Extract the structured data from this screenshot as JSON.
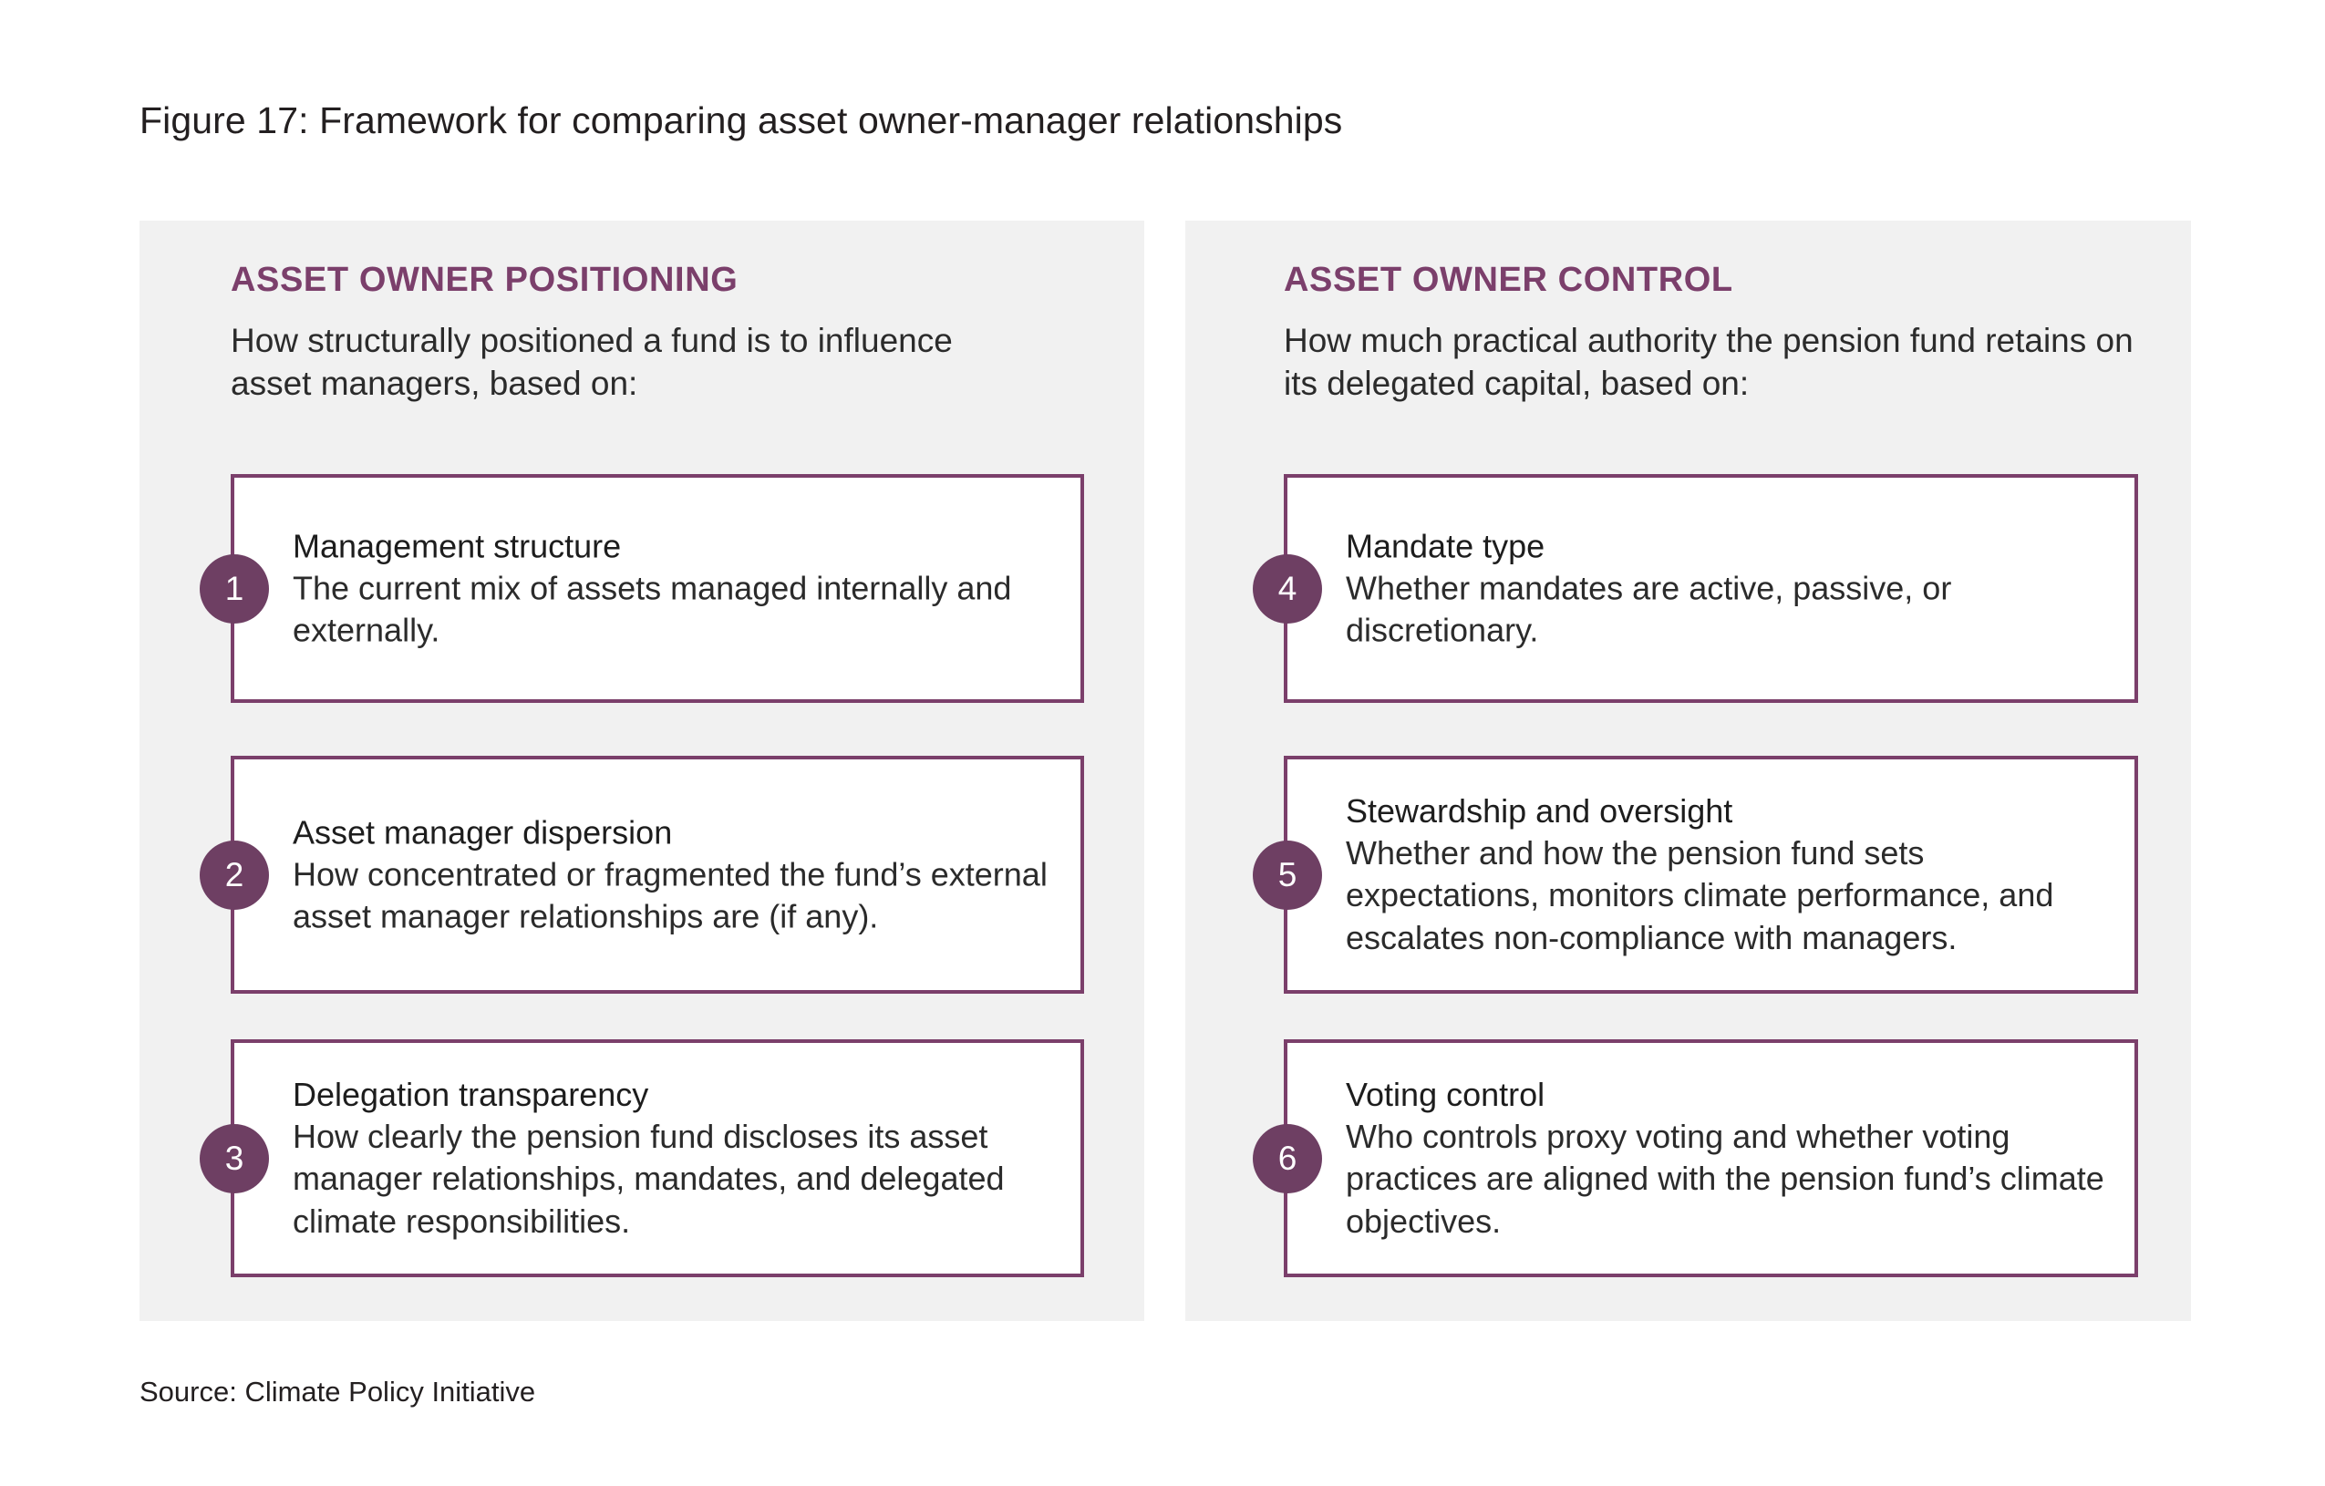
{
  "figure": {
    "title": "Figure 17: Framework for comparing asset owner-manager relationships",
    "source": "Source: Climate Policy Initiative"
  },
  "colors": {
    "accent_purple": "#7B3F6B",
    "badge_purple": "#6E3F63",
    "panel_background": "#F1F1F1",
    "card_background": "#FFFFFF",
    "page_background": "#FFFFFF",
    "text": "#231F20"
  },
  "panels": [
    {
      "heading": "ASSET OWNER POSITIONING",
      "subtitle": "How structurally positioned a fund is to influence asset managers, based on:",
      "cards": [
        {
          "number": "1",
          "title": "Management structure",
          "description": "The current mix of assets managed internally and externally."
        },
        {
          "number": "2",
          "title": "Asset manager dispersion",
          "description": "How concentrated or fragmented the fund’s external asset manager relationships are (if any)."
        },
        {
          "number": "3",
          "title": "Delegation transparency",
          "description": "How clearly the pension fund discloses its asset manager relationships, mandates, and delegated climate responsibilities."
        }
      ]
    },
    {
      "heading": "ASSET OWNER CONTROL",
      "subtitle": "How much practical authority the pension fund retains on its delegated capital, based on:",
      "cards": [
        {
          "number": "4",
          "title": "Mandate type",
          "description": "Whether mandates are active, passive, or discretionary."
        },
        {
          "number": "5",
          "title": "Stewardship and oversight",
          "description": "Whether and how the pension fund sets expectations, monitors climate performance, and escalates non-compliance with managers."
        },
        {
          "number": "6",
          "title": "Voting control",
          "description": "Who controls proxy voting and whether voting practices are aligned with the pension fund’s climate objectives."
        }
      ]
    }
  ]
}
